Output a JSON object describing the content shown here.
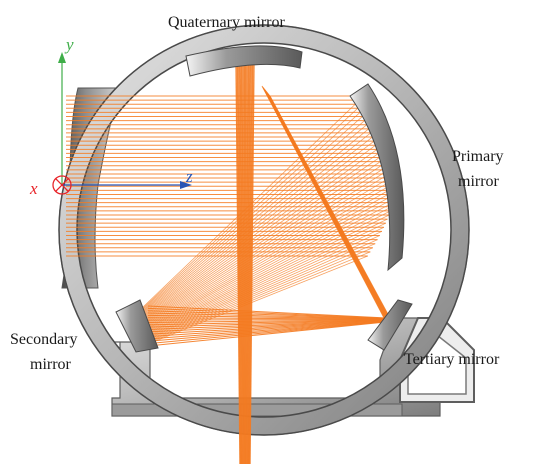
{
  "labels": {
    "quaternary": "Quaternary mirror",
    "primary_line1": "Primary",
    "primary_line2": "mirror",
    "secondary_line1": "Secondary",
    "secondary_line2": "mirror",
    "tertiary": "Tertiary mirror"
  },
  "axes": {
    "x": "x",
    "y": "y",
    "z": "z"
  },
  "colors": {
    "rays": "#f47a20",
    "housing_dark": "#6e6e6e",
    "housing_mid": "#a8a8a8",
    "housing_light": "#d9d9d9",
    "axis_x": "#e8262b",
    "axis_y": "#3fae49",
    "axis_z": "#2a55b4"
  }
}
